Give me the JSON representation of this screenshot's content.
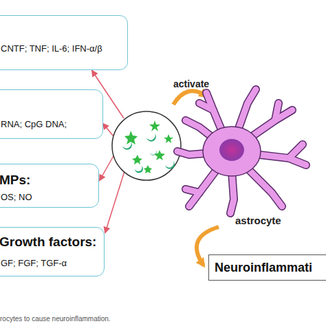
{
  "diagram": {
    "caption": "rocytes to cause neuroinflammation.",
    "nodes": [
      {
        "text": [
          "CNTF; TNF; IL-6; IFN-α/β"
        ]
      },
      {
        "text": [
          "RNA; CpG DNA;"
        ]
      },
      {
        "text": [
          "MPs:",
          "OS; NO"
        ]
      },
      {
        "text": [
          "Growth factors:",
          "GF; FGF; TGF-α"
        ]
      },
      {
        "text": [
          "Neuroinflammati"
        ]
      }
    ],
    "labels": [
      "activate",
      "astrocyte"
    ]
  }
}
